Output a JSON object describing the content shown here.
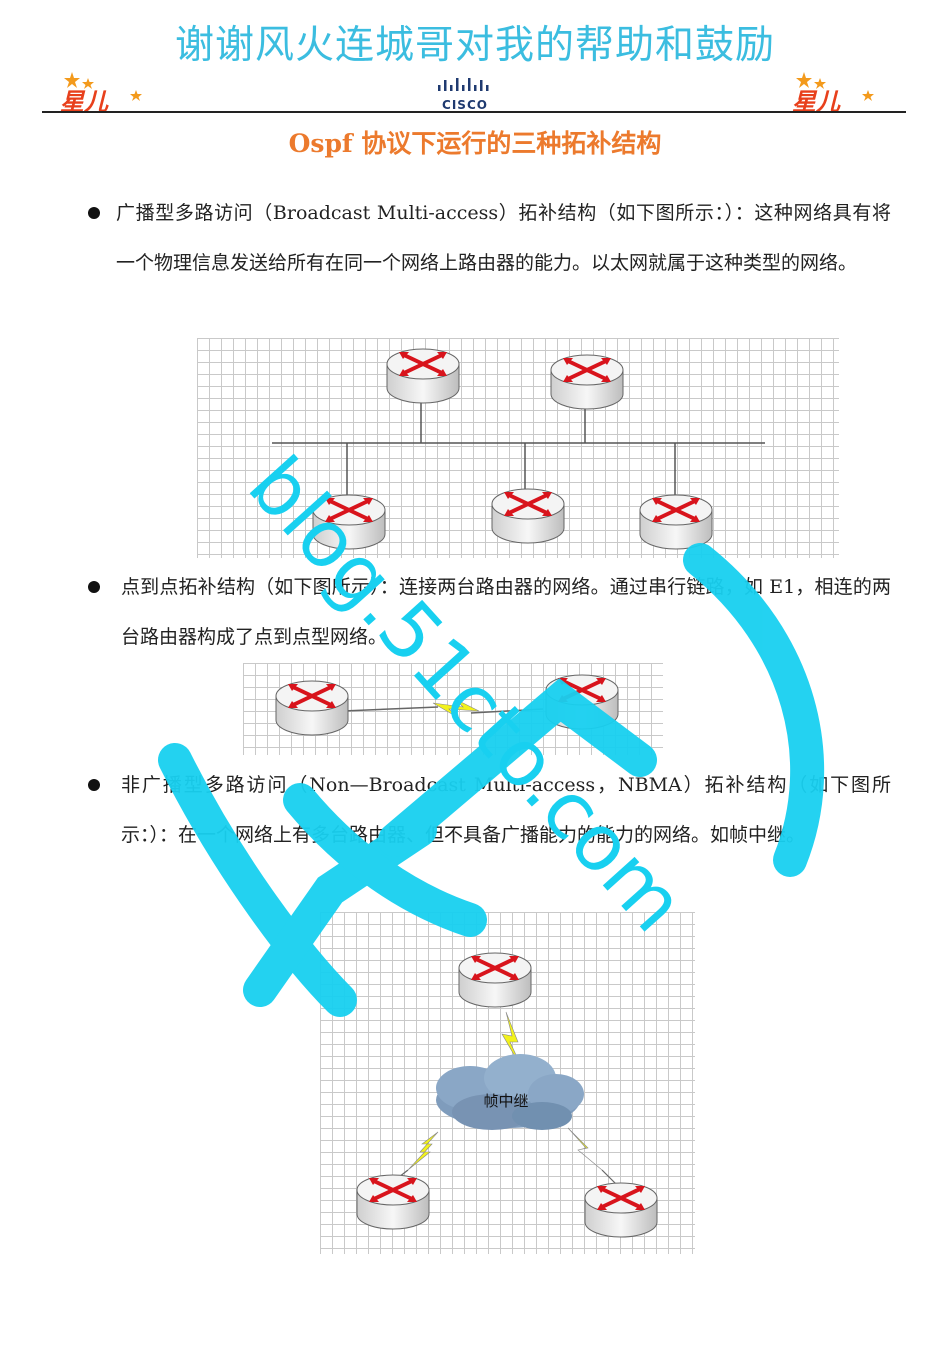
{
  "header": {
    "banner": "谢谢风火连城哥对我的帮助和鼓励",
    "logo_left": "星儿",
    "logo_right": "星儿",
    "brand_center": "CISCO"
  },
  "document": {
    "title": "Ospf  协议下运行的三种拓补结构",
    "sections": [
      {
        "text": "广播型多路访问（Broadcast Multi-access）拓补结构（如下图所示：）：这种网络具有将一个物理信息发送给所有在同一个网络上路由器的能力。以太网就属于这种类型的网络。"
      },
      {
        "text": "点到点拓补结构（如下图所示）：连接两台路由器的网络。通过串行链路，如 E1，相连的两台路由器构成了点到点型网络。"
      },
      {
        "text": "非广播型多路访问（Non—Broadcast Multi-access，NBMA）拓补结构（如下图所示：）：在一个网络上有多台路由器、但不具备广播能力的能力的网络。如帧中继。"
      }
    ],
    "nbma_cloud_label": "帧中继"
  },
  "watermark": {
    "text": "blog.51cto.com"
  },
  "colors": {
    "banner": "#3bbde0",
    "title": "#ec7a2d",
    "logo": "#e8401c",
    "watermark": "#18d0f0",
    "router_arrows": "#d8141c"
  }
}
